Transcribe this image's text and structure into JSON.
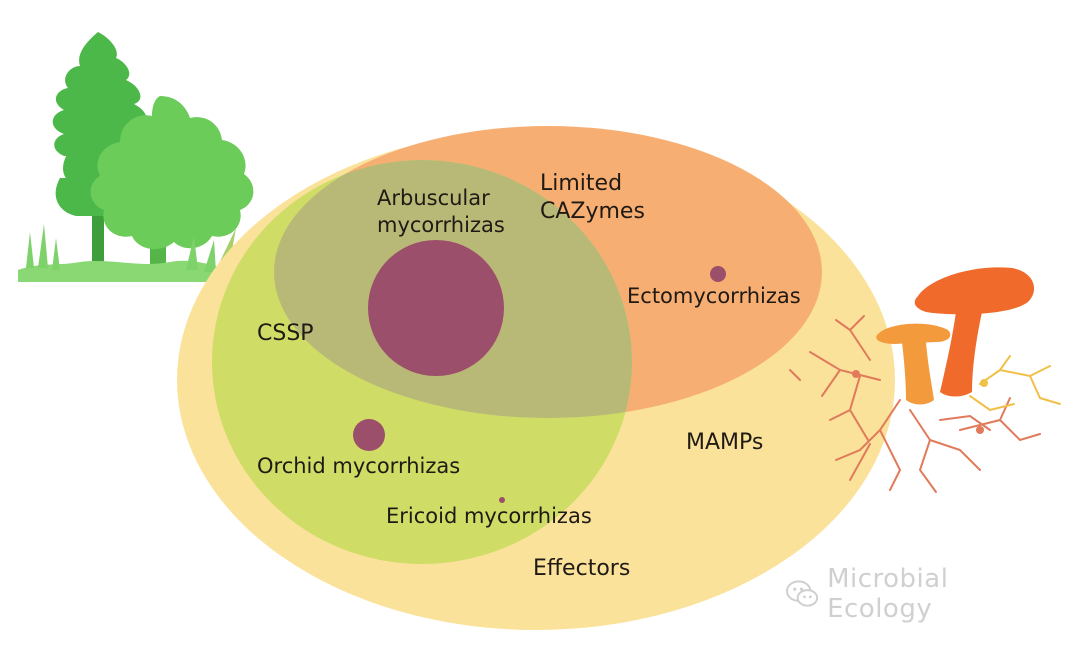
{
  "diagram": {
    "labels": {
      "limited_cazymes_line1": "Limited",
      "limited_cazymes_line2": "CAZymes",
      "arbuscular_line1": "Arbuscular",
      "arbuscular_line2": "mycorrhizas",
      "ectomycorrhizas": "Ectomycorrhizas",
      "cssp": "CSSP",
      "orchid": "Orchid mycorrhizas",
      "ericoid": "Ericoid mycorrhizas",
      "mamps": "MAMPs",
      "effectors": "Effectors"
    },
    "colors": {
      "effectors_ellipse": "#fbe29b",
      "cazymes_ellipse": "#f7ae72",
      "cssp_ellipse": "#cfdc66",
      "overlap_ellipse": "#b8b977",
      "dots": "#9c4f6a",
      "tree_green": "#5ec453",
      "mushroom_orange": "#f06a2c",
      "hyphae": "#e07a5a"
    }
  },
  "watermark": {
    "text": "Microbial Ecology",
    "icon": "wechat-icon"
  }
}
